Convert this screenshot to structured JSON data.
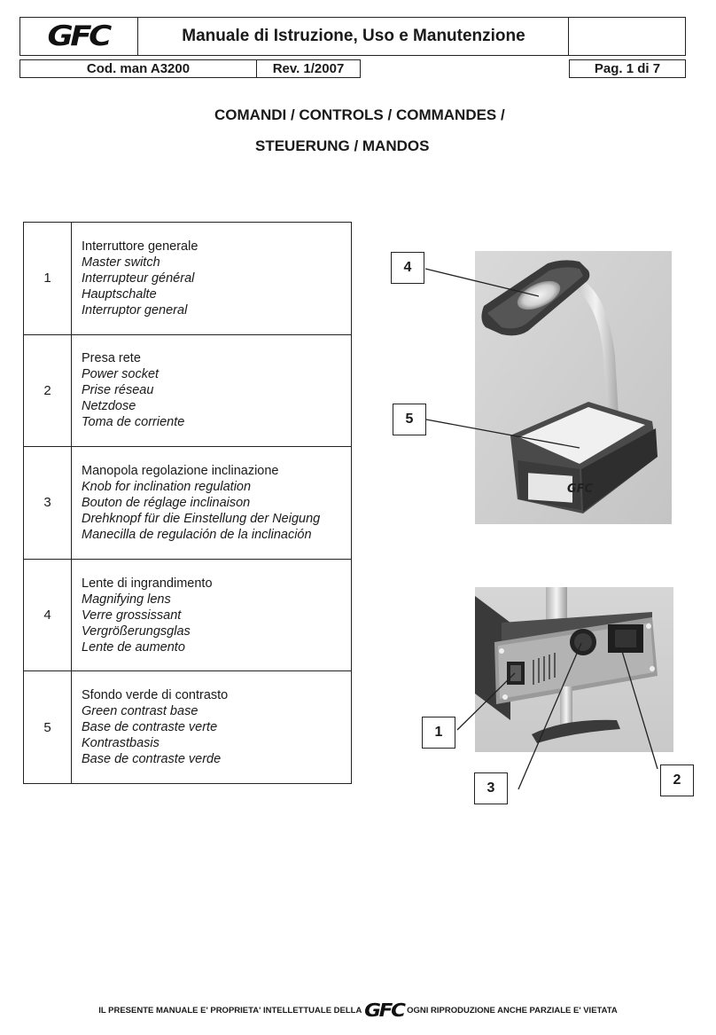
{
  "header": {
    "logo": "GFC",
    "title": "Manuale di Istruzione, Uso e Manutenzione",
    "code": "Cod. man A3200",
    "revision": "Rev. 1/2007",
    "page": "Pag. 1 di 7"
  },
  "section": {
    "title_line1": "COMANDI / CONTROLS / COMMANDES /",
    "title_line2": "STEUERUNG / MANDOS"
  },
  "controls": [
    {
      "number": "1",
      "it": "Interruttore generale",
      "en": "Master switch",
      "fr": "Interrupteur général",
      "de": "Hauptschalte",
      "es": "Interruptor general"
    },
    {
      "number": "2",
      "it": "Presa rete",
      "en": "Power socket",
      "fr": "Prise réseau",
      "de": "Netzdose",
      "es": "Toma de corriente"
    },
    {
      "number": "3",
      "it": "Manopola regolazione inclinazione",
      "en": "Knob for inclination regulation",
      "fr": "Bouton de réglage inclinaison",
      "de": "Drehknopf für die Einstellung der Neigung",
      "es": "Manecilla de regulación de la inclinación"
    },
    {
      "number": "4",
      "it": "Lente di ingrandimento",
      "en": "Magnifying lens",
      "fr": "Verre grossissant",
      "de": "Vergrößerungsglas",
      "es": "Lente de aumento"
    },
    {
      "number": "5",
      "it": "Sfondo verde di contrasto",
      "en": "Green contrast base",
      "fr": "Base de contraste verte",
      "de": "Kontrastbasis",
      "es": "Base de contraste verde"
    }
  ],
  "callouts": {
    "c1": "1",
    "c2": "2",
    "c3": "3",
    "c4": "4",
    "c5": "5"
  },
  "photo_labels": {
    "device_brand": "GFC"
  },
  "footer": {
    "left": "IL PRESENTE MANUALE E' PROPRIETA' INTELLETTUALE DELLA",
    "logo": "GFC",
    "right": "OGNI RIPRODUZIONE ANCHE PARZIALE E' VIETATA"
  }
}
